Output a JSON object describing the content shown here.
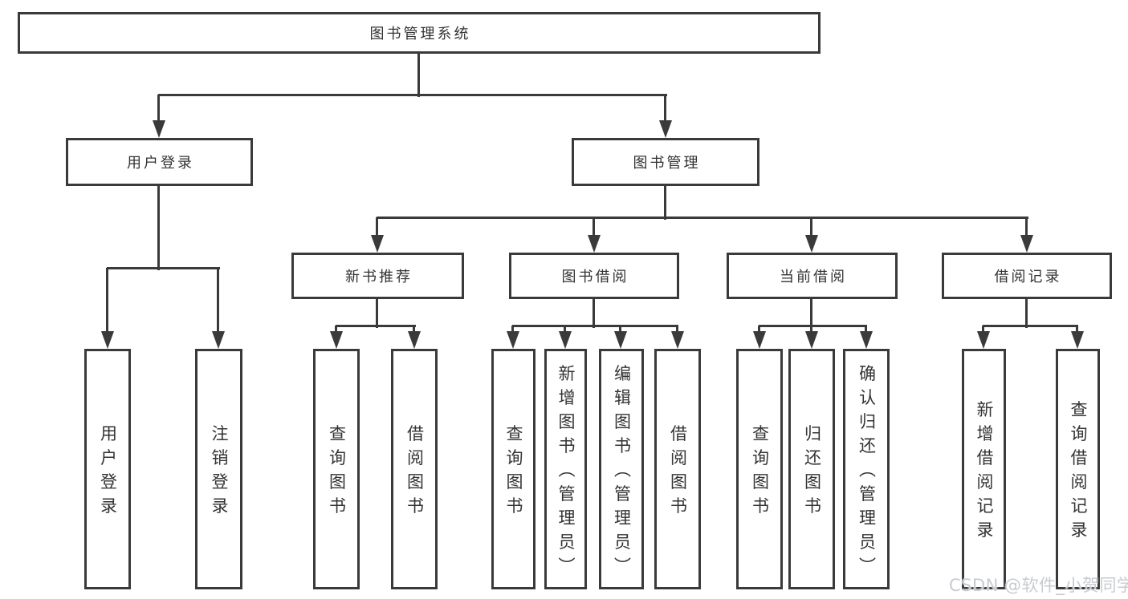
{
  "diagram": {
    "type": "hierarchy-tree",
    "root": {
      "label": "图书管理系统",
      "children": [
        {
          "label": "用户登录",
          "children": [
            {
              "label": "用户登录"
            },
            {
              "label": "注销登录"
            }
          ]
        },
        {
          "label": "图书管理",
          "children": [
            {
              "label": "新书推荐",
              "children": [
                {
                  "label": "查询图书"
                },
                {
                  "label": "借阅图书"
                }
              ]
            },
            {
              "label": "图书借阅",
              "children": [
                {
                  "label": "查询图书"
                },
                {
                  "label": "新增图书（管理员）"
                },
                {
                  "label": "编辑图书（管理员）"
                },
                {
                  "label": "借阅图书"
                }
              ]
            },
            {
              "label": "当前借阅",
              "children": [
                {
                  "label": "查询图书"
                },
                {
                  "label": "归还图书"
                },
                {
                  "label": "确认归还（管理员）"
                }
              ]
            },
            {
              "label": "借阅记录",
              "children": [
                {
                  "label": "新增借阅记录"
                },
                {
                  "label": "查询借阅记录"
                }
              ]
            }
          ]
        }
      ]
    }
  },
  "watermark": {
    "text": "CSDN @软件_小贺同学"
  },
  "colors": {
    "line": "#3a3a3a",
    "text": "#333333",
    "background": "#ffffff",
    "watermark": "#c7cbd0"
  }
}
